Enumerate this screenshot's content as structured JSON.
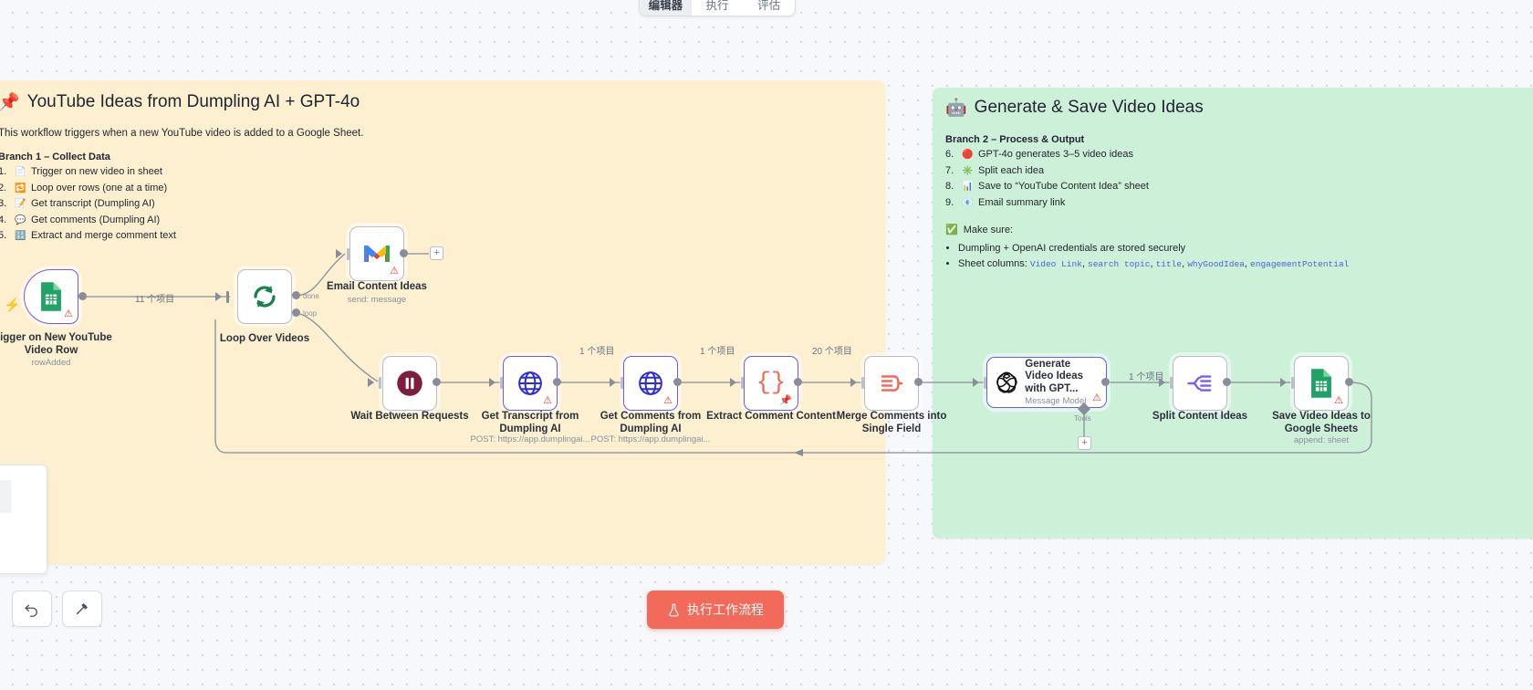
{
  "top_tabs": [
    {
      "label": "编辑器",
      "active": true
    },
    {
      "label": "执行",
      "active": false
    },
    {
      "label": "评估",
      "active": false
    }
  ],
  "sticky_notes": [
    {
      "id": "branch1",
      "color": "#fdf0d0",
      "icon": "pushpin-icon",
      "title": "YouTube Ideas from Dumpling AI + GPT-4o",
      "lead": "This workflow triggers when a new YouTube video is added to a Google Sheet.",
      "section_heading": "Branch 1 – Collect Data",
      "steps": [
        {
          "num": "1.",
          "emoji": "📄",
          "text": "Trigger on new video in sheet"
        },
        {
          "num": "2.",
          "emoji": "🔁",
          "text": "Loop over rows (one at a time)"
        },
        {
          "num": "3.",
          "emoji": "📝",
          "text": "Get transcript (Dumpling AI)"
        },
        {
          "num": "4.",
          "emoji": "💬",
          "text": "Get comments (Dumpling AI)"
        },
        {
          "num": "5.",
          "emoji": "🔢",
          "text": "Extract and merge comment text"
        }
      ]
    },
    {
      "id": "branch2",
      "color": "#cdf0d9",
      "icon": "robot-icon",
      "title": "Generate & Save Video Ideas",
      "section_heading": "Branch 2 – Process & Output",
      "steps": [
        {
          "num": "6.",
          "emoji": "🔴",
          "text": "GPT-4o generates 3–5 video ideas"
        },
        {
          "num": "7.",
          "emoji": "✳️",
          "text": "Split each idea"
        },
        {
          "num": "8.",
          "emoji": "📊",
          "text": "Save to “YouTube Content Idea” sheet"
        },
        {
          "num": "9.",
          "emoji": "📧",
          "text": "Email summary link"
        }
      ],
      "make_sure_label": "Make sure:",
      "make_sure_icon": "✅",
      "bullets": [
        {
          "text": "Dumpling + OpenAI credentials are stored securely",
          "code": []
        },
        {
          "text": "Sheet columns: ",
          "code": [
            "Video Link",
            "search topic",
            "title",
            "whyGoodIdea",
            "engagementPotential"
          ]
        }
      ]
    }
  ],
  "nodes": [
    {
      "id": "trigger",
      "name": "Trigger on New YouTube Video Row",
      "subtitle": "rowAdded",
      "icon": "google-sheets-icon",
      "has_warning": true,
      "shape": "trigger"
    },
    {
      "id": "loop",
      "name": "Loop Over Videos",
      "subtitle": "",
      "icon": "loop-icon",
      "has_warning": false,
      "shape": "plain",
      "outputs": [
        "done",
        "loop"
      ]
    },
    {
      "id": "email",
      "name": "Email Content Ideas",
      "subtitle": "send: message",
      "icon": "gmail-icon",
      "has_warning": true,
      "shape": "plain"
    },
    {
      "id": "wait",
      "name": "Wait Between Requests",
      "subtitle": "",
      "icon": "pause-icon",
      "has_warning": false,
      "shape": "plain"
    },
    {
      "id": "transcript",
      "name": "Get Transcript from Dumpling AI",
      "subtitle": "POST: https://app.dumplingai...",
      "icon": "globe-icon",
      "has_warning": true,
      "shape": "node"
    },
    {
      "id": "comments",
      "name": "Get Comments from Dumpling AI",
      "subtitle": "POST: https://app.dumplingai...",
      "icon": "globe-icon",
      "has_warning": true,
      "shape": "node"
    },
    {
      "id": "extract",
      "name": "Extract Comment Content",
      "subtitle": "",
      "icon": "code-braces-icon",
      "has_warning": false,
      "shape": "node",
      "pinned": true
    },
    {
      "id": "merge",
      "name": "Merge Comments into Single Field",
      "subtitle": "",
      "icon": "aggregate-icon",
      "has_warning": false,
      "shape": "plain"
    },
    {
      "id": "agent",
      "name": "Generate Video Ideas with GPT...",
      "subtitle": "Message Model",
      "icon": "openai-icon",
      "has_warning": true,
      "shape": "wide",
      "sub_port": "Tools"
    },
    {
      "id": "split",
      "name": "Split Content Ideas",
      "subtitle": "",
      "icon": "split-out-icon",
      "has_warning": false,
      "shape": "plain"
    },
    {
      "id": "save",
      "name": "Save Video Ideas to Google Sheets",
      "subtitle": "append: sheet",
      "icon": "google-sheets-icon",
      "has_warning": true,
      "shape": "plain"
    }
  ],
  "edge_labels": [
    {
      "id": "e1",
      "text": "11 个项目"
    },
    {
      "id": "e2",
      "text": "1 个项目"
    },
    {
      "id": "e3",
      "text": "1 个项目"
    },
    {
      "id": "e4",
      "text": "20 个项目"
    },
    {
      "id": "e5",
      "text": "1 个项目"
    }
  ],
  "port_names": {
    "done": "done",
    "loop": "loop",
    "tools": "Tools"
  },
  "toolbar": {
    "undo_icon": "undo-icon",
    "tidy_icon": "tidy-up-icon",
    "execute_label": "执行工作流程",
    "execute_icon": "flask-icon",
    "add_icon": "+"
  },
  "colors": {
    "accent_node_border": "#6a5cf0",
    "execute_button": "#f26a5a",
    "sticky_yellow": "#fdf0d0",
    "sticky_green": "#cdf0d9",
    "warning": "#e8332a",
    "code_text": "#4a63d8"
  }
}
